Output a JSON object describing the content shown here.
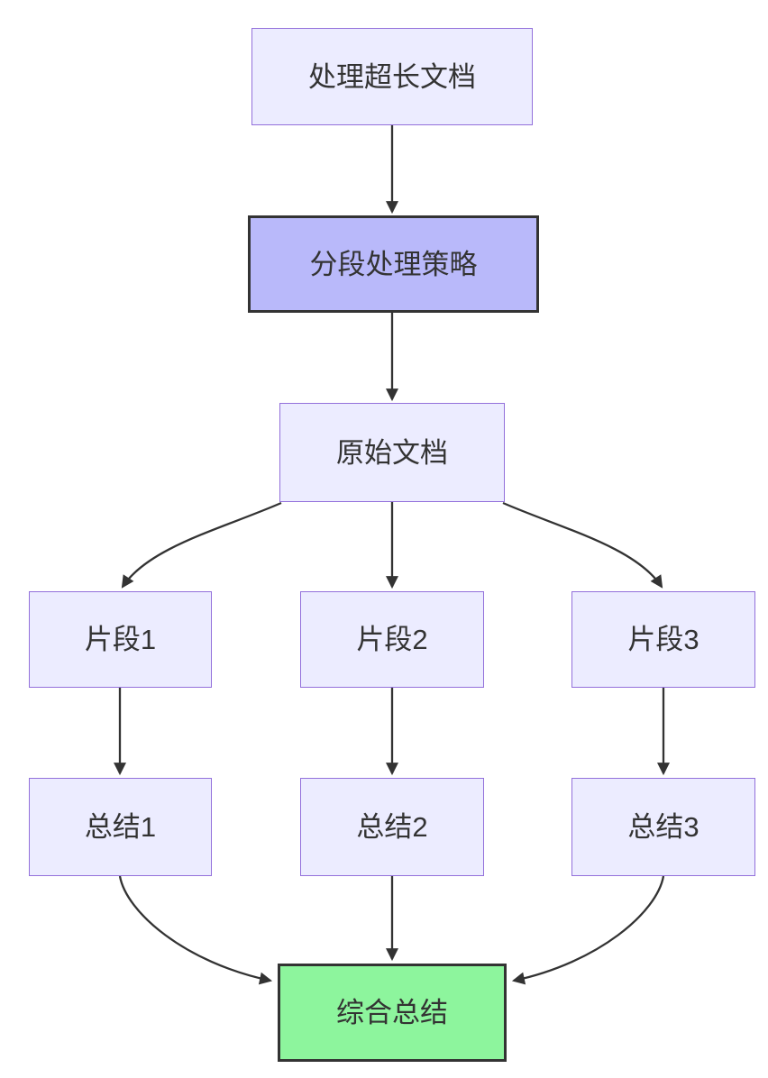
{
  "diagram": {
    "type": "flowchart-top-down",
    "background": "#ffffff",
    "colors": {
      "default_fill": "#ECECFF",
      "default_border": "#9370DB",
      "strategy_fill": "#b9b9fa",
      "final_fill": "#8df59d",
      "highlight_border": "#333333",
      "edge": "#333333",
      "text": "#333333"
    },
    "nodes": [
      {
        "id": "process",
        "label": "处理超长文档",
        "style": "default"
      },
      {
        "id": "strategy",
        "label": "分段处理策略",
        "style": "highlight-purple"
      },
      {
        "id": "original",
        "label": "原始文档",
        "style": "default"
      },
      {
        "id": "fragment1",
        "label": "片段1",
        "style": "default"
      },
      {
        "id": "fragment2",
        "label": "片段2",
        "style": "default"
      },
      {
        "id": "fragment3",
        "label": "片段3",
        "style": "default"
      },
      {
        "id": "summary1",
        "label": "总结1",
        "style": "default"
      },
      {
        "id": "summary2",
        "label": "总结2",
        "style": "default"
      },
      {
        "id": "summary3",
        "label": "总结3",
        "style": "default"
      },
      {
        "id": "final",
        "label": "综合总结",
        "style": "highlight-green"
      }
    ],
    "edges": [
      {
        "from": "process",
        "to": "strategy"
      },
      {
        "from": "strategy",
        "to": "original"
      },
      {
        "from": "original",
        "to": "fragment1"
      },
      {
        "from": "original",
        "to": "fragment2"
      },
      {
        "from": "original",
        "to": "fragment3"
      },
      {
        "from": "fragment1",
        "to": "summary1"
      },
      {
        "from": "fragment2",
        "to": "summary2"
      },
      {
        "from": "fragment3",
        "to": "summary3"
      },
      {
        "from": "summary1",
        "to": "final"
      },
      {
        "from": "summary2",
        "to": "final"
      },
      {
        "from": "summary3",
        "to": "final"
      }
    ]
  }
}
